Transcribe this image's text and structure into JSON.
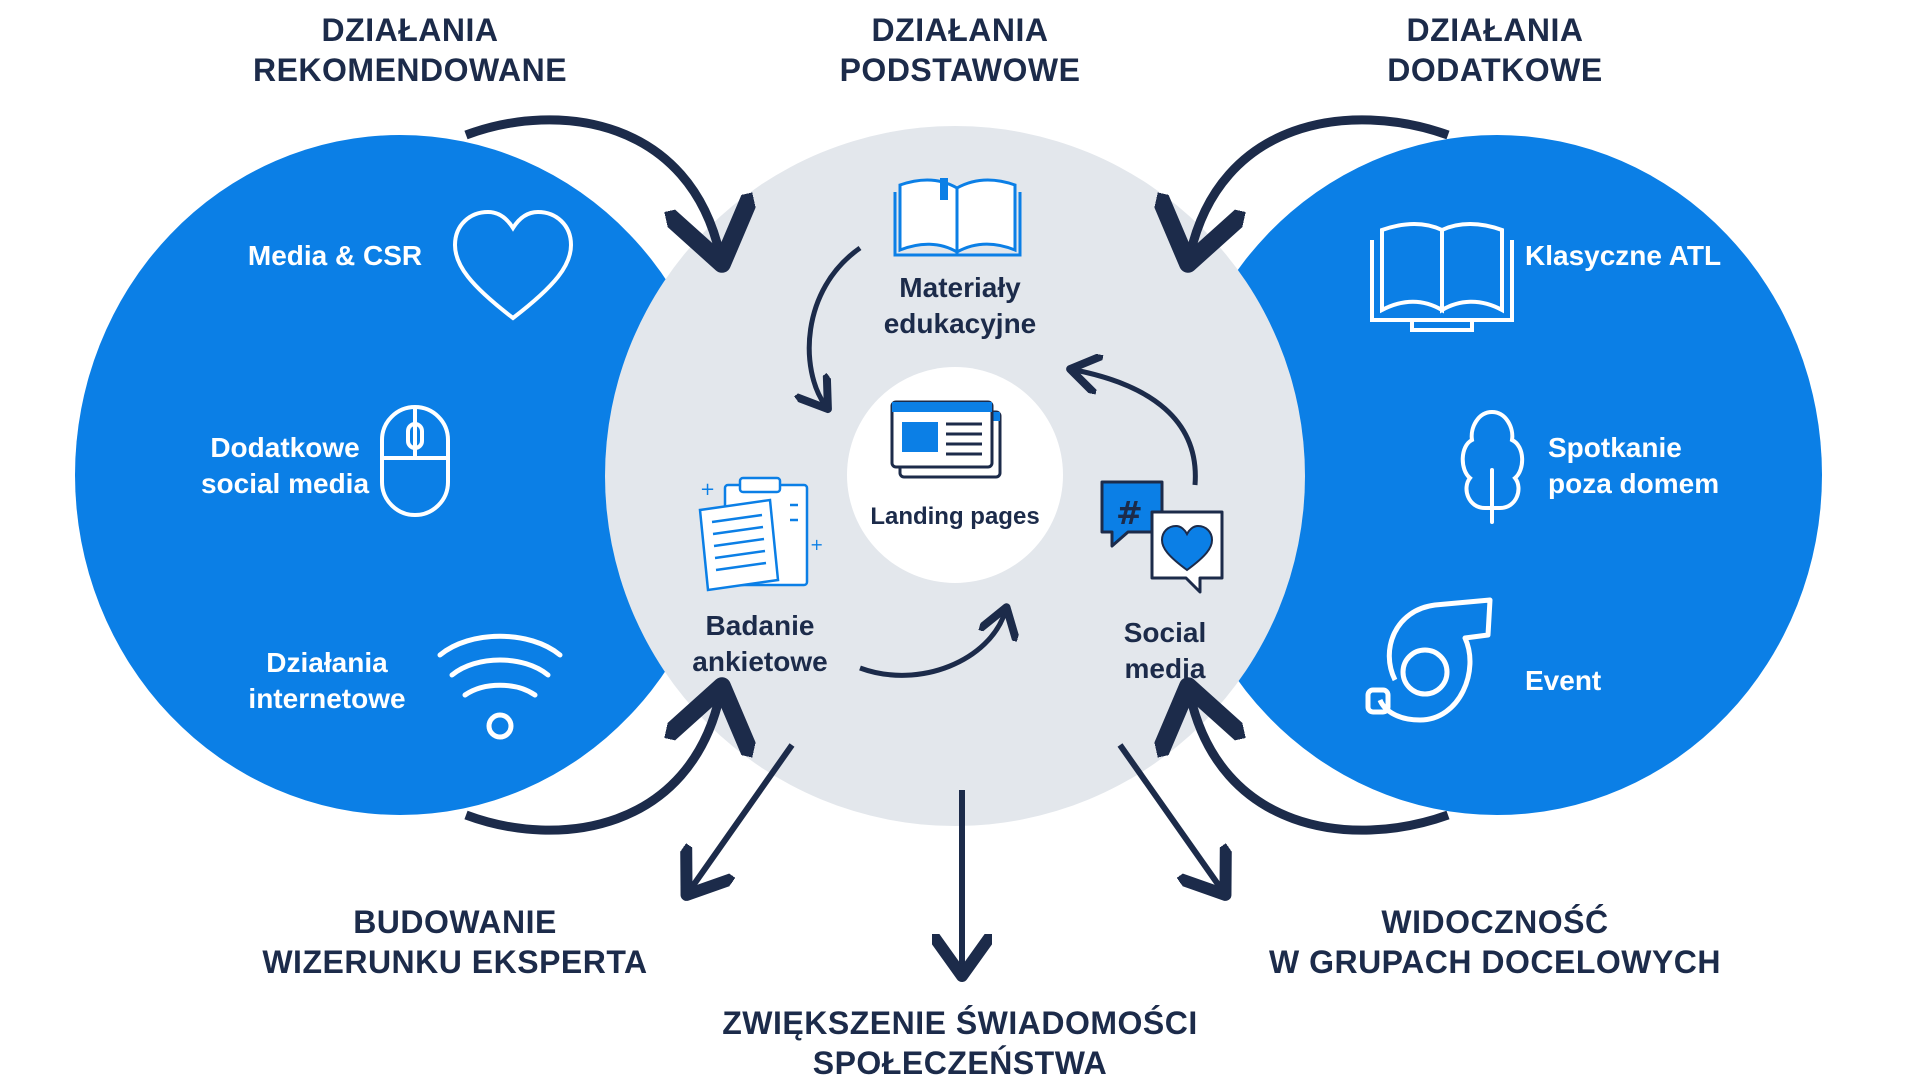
{
  "headings": {
    "recommended": [
      "DZIAŁANIA",
      "REKOMENDOWANE"
    ],
    "basic": [
      "DZIAŁANIA",
      "PODSTAWOWE"
    ],
    "additional": [
      "DZIAŁANIA",
      "DODATKOWE"
    ]
  },
  "left_circle": {
    "items": [
      {
        "lines": [
          "Media & CSR"
        ],
        "icon": "heart-icon"
      },
      {
        "lines": [
          "Dodatkowe",
          "social media"
        ],
        "icon": "mouse-icon"
      },
      {
        "lines": [
          "Działania",
          "internetowe"
        ],
        "icon": "wifi-icon"
      }
    ]
  },
  "center_circle": {
    "items": [
      {
        "lines": [
          "Materiały",
          "edukacyjne"
        ],
        "icon": "open-book-icon"
      },
      {
        "lines": [
          "Badanie",
          "ankietowe"
        ],
        "icon": "documents-icon"
      },
      {
        "lines": [
          "Social",
          "media"
        ],
        "icon": "chat-bubbles-icon"
      }
    ],
    "core": {
      "label": "Landing pages",
      "icon": "browser-windows-icon"
    }
  },
  "right_circle": {
    "items": [
      {
        "lines": [
          "Klasyczne ATL"
        ],
        "icon": "book-icon"
      },
      {
        "lines": [
          "Spotkanie",
          "poza domem"
        ],
        "icon": "tree-icon"
      },
      {
        "lines": [
          "Event"
        ],
        "icon": "whistle-icon"
      }
    ]
  },
  "outcomes": {
    "left": [
      "BUDOWANIE",
      "WIZERUNKU EKSPERTA"
    ],
    "center": [
      "ZWIĘKSZENIE ŚWIADOMOŚCI",
      "SPOŁECZEŃSTWA"
    ],
    "right": [
      "WIDOCZNOŚĆ",
      "W GRUPACH DOCELOWYCH"
    ]
  },
  "colors": {
    "blue": "#0b7fe6",
    "grey": "#e3e7ec",
    "navy": "#1c2b4a",
    "white": "#ffffff"
  }
}
